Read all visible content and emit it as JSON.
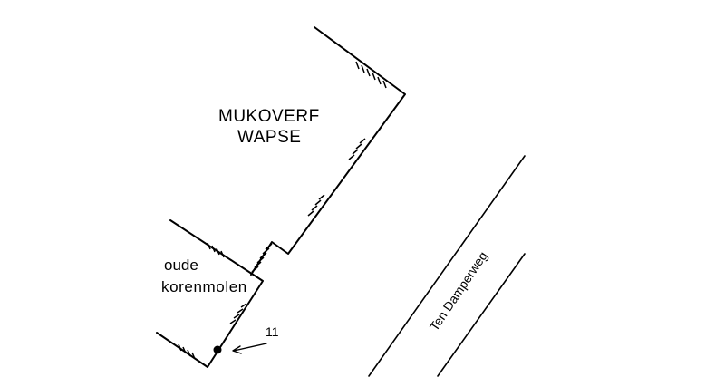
{
  "map": {
    "building_label_line1": "MUKOVERF",
    "building_label_line2": "WAPSE",
    "mill_label_line1": "oude",
    "mill_label_line2": "korenmolen",
    "point_label": "11",
    "road_label": "Ten Damperweg"
  },
  "colors": {
    "ink": "#000000",
    "background": "#ffffff"
  }
}
